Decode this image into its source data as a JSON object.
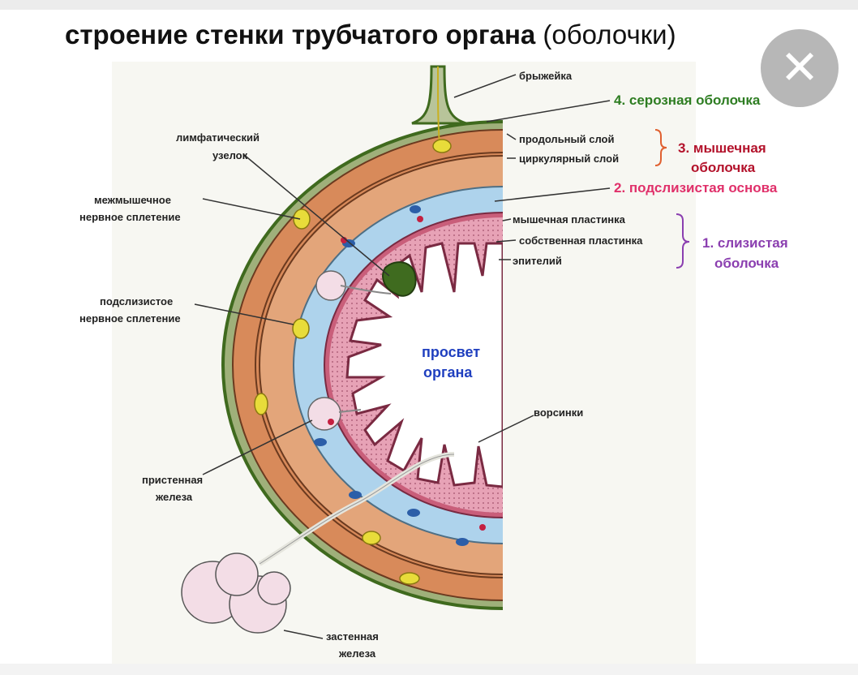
{
  "title": {
    "bold": "строение стенки трубчатого органа",
    "normal": "(оболочки)"
  },
  "close_glyph": "✕",
  "labels": {
    "mesentery": "брыжейка",
    "serosa": "4. серозная оболочка",
    "longitudinal": "продольный слой",
    "circular": "циркулярный слой",
    "muscular_1": "3. мышечная",
    "muscular_2": "оболочка",
    "submucosa": "2. подслизистая основа",
    "lamina_muscularis": "мышечная пластинка",
    "lamina_propria": "собственная пластинка",
    "epithelium": "эпителий",
    "mucosa_1": "1. слизистая",
    "mucosa_2": "оболочка",
    "lymph_1": "лимфатический",
    "lymph_2": "узелок",
    "myenteric_1": "межмышечное",
    "myenteric_2": "нервное сплетение",
    "submucous_1": "подслизистое",
    "submucous_2": "нервное сплетение",
    "lumen_1": "просвет",
    "lumen_2": "органа",
    "villi": "ворсинки",
    "parietal_1": "пристенная",
    "parietal_2": "железа",
    "extramural_1": "застенная",
    "extramural_2": "железа"
  },
  "colors": {
    "serosa": "#4d7a2a",
    "muscle": "#d88a5a",
    "submucosa": "#aed3ec",
    "mucosa": "#e7a2b6",
    "gland": "#f3dde6",
    "nerve": "#e8dc3a",
    "lymph": "#3f6b1f"
  }
}
